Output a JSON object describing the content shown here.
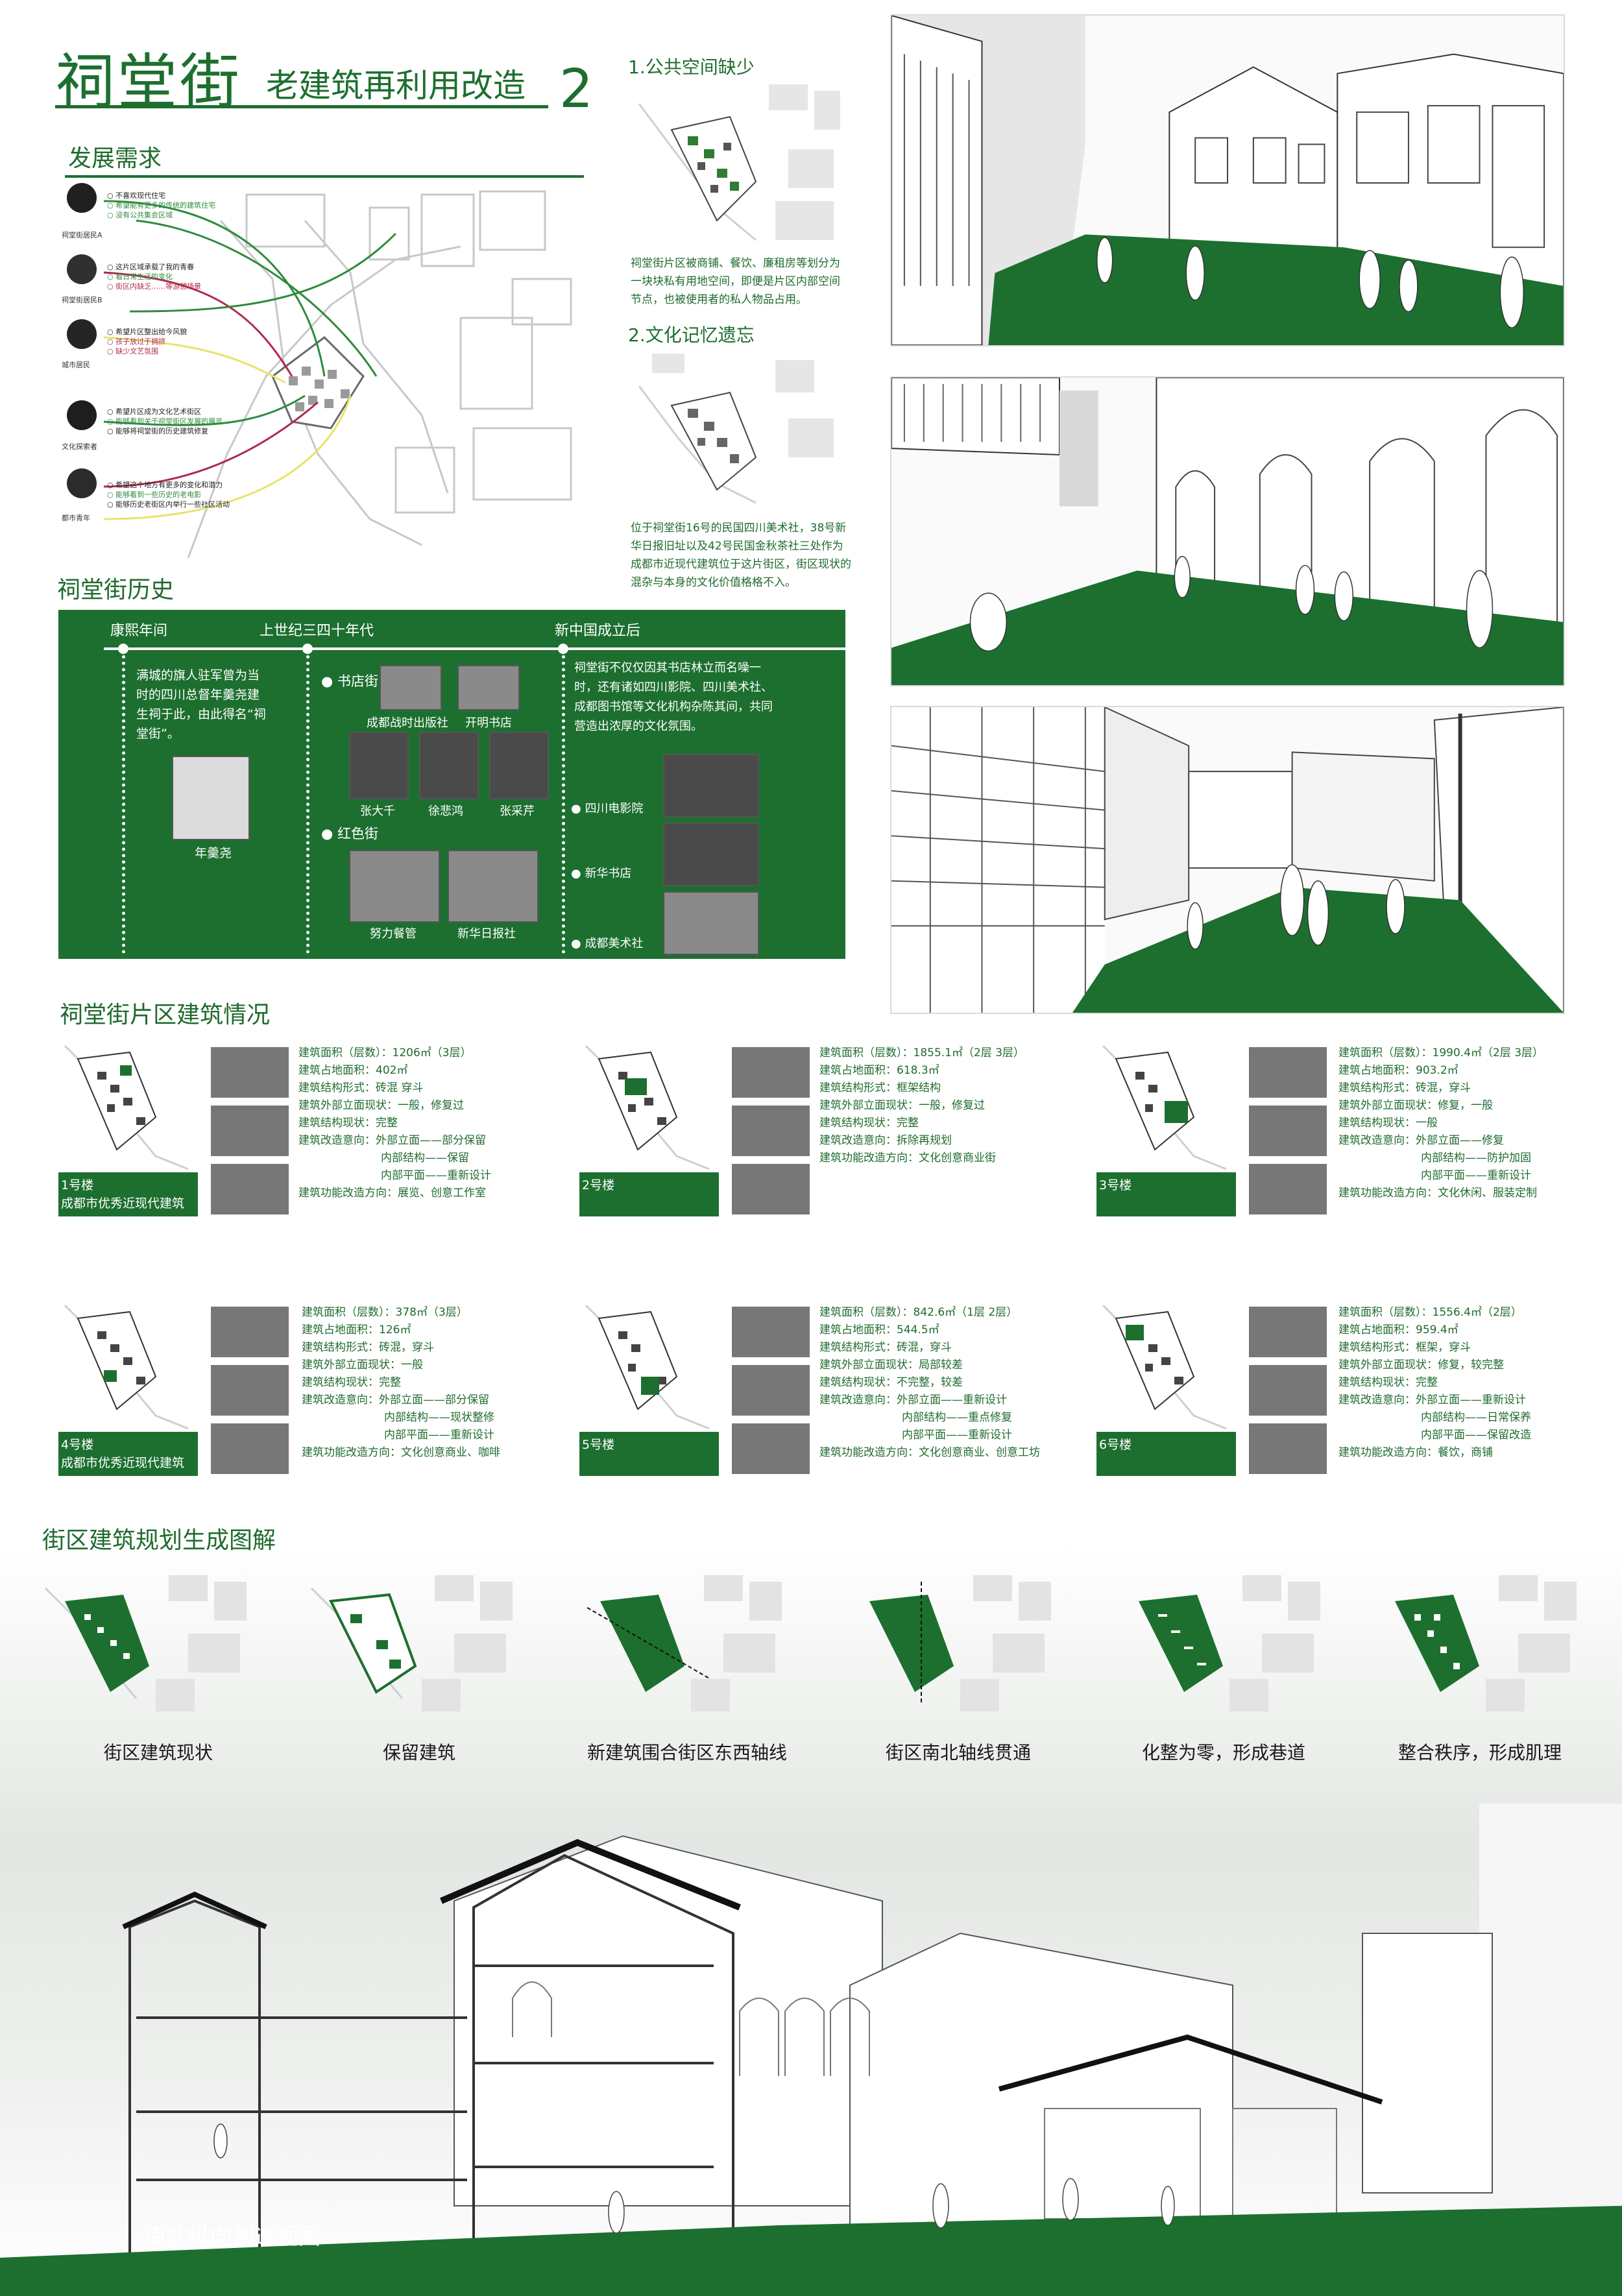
{
  "header": {
    "title": "祠堂街",
    "subtitle": "老建筑再利用改造",
    "number": "2"
  },
  "needs": {
    "heading": "发展需求",
    "people": [
      {
        "name": "祠堂街居民A",
        "lines": [
          "不喜欢现代住宅",
          "希望能有更多的传统的建筑住宅",
          "没有公共集会区域"
        ]
      },
      {
        "name": "祠堂街居民B",
        "lines": [
          "这片区域承载了我的青春",
          "看日常生活的变化",
          "街区内缺乏……等游憩场景"
        ]
      },
      {
        "name": "城市居民",
        "lines": [
          "希望片区整出给今风貌",
          "孩子放过于拥挤",
          "缺少文艺氛围"
        ]
      },
      {
        "name": "文化探索者",
        "lines": [
          "希望片区成为文化艺术街区",
          "能够看到关于祠堂街区发展的展览",
          "能够将祠堂街的历史建筑修复"
        ]
      },
      {
        "name": "都市青年",
        "lines": [
          "希望这个地方有更多的变化和潜力",
          "能够看到一些历史的老电影",
          "能够历史老街区内举行一些社区活动"
        ]
      }
    ]
  },
  "issues": {
    "h1": "1.公共空间缺少",
    "p1": "祠堂街片区被商铺、餐饮、廉租房等划分为一块块私有用地空间，即便是片区内部空间节点，也被使用者的私人物品占用。",
    "h2": "2.文化记忆遗忘",
    "p2": "位于祠堂街16号的民国四川美术社，38号新华日报旧址以及42号民国金秋茶社三处作为成都市近现代建筑位于这片街区，街区现状的混杂与本身的文化价值格格不入。"
  },
  "history": {
    "heading": "祠堂街历史",
    "eras": [
      "康熙年间",
      "上世纪三四十年代",
      "新中国成立后"
    ],
    "kangxi_text": "满城的旗人驻军曾为当时的四川总督年羹尧建生祠于此，由此得名“祠堂街”。",
    "kangxi_portrait": "年羹尧",
    "bookstreet": "书店街",
    "book_photos": [
      "成都战时出版社",
      "开明书店"
    ],
    "people_photos": [
      "张大千",
      "徐悲鸿",
      "张采芹"
    ],
    "redstreet": "红色街",
    "red_photos": [
      "努力餐管",
      "新华日报社"
    ],
    "modern_text": "祠堂街不仅仅因其书店林立而名噪一时，还有诸如四川影院、四川美术社、成都图书馆等文化机构杂陈其间，共同营造出浓厚的文化氛围。",
    "modern_items": [
      "四川电影院",
      "新华书店",
      "成都美术社"
    ]
  },
  "buildings": {
    "heading": "祠堂街片区建筑情况",
    "list": [
      {
        "label": "1号楼",
        "sub": "成都市优秀近现代建筑",
        "lines": [
          "建筑面积（层数）：1206㎡（3层）",
          "建筑占地面积：402㎡",
          "建筑结构形式：砖混 穿斗",
          "建筑外部立面现状：一般，修复过",
          "建筑结构现状：完整",
          "建筑改造意向：外部立面——部分保留",
          "内部结构——保留",
          "内部平面——重新设计",
          "建筑功能改造方向：展览、创意工作室"
        ]
      },
      {
        "label": "2号楼",
        "sub": "",
        "lines": [
          "建筑面积（层数）：1855.1㎡（2层 3层）",
          "建筑占地面积：618.3㎡",
          "建筑结构形式：框架结构",
          "建筑外部立面现状：一般，修复过",
          "建筑结构现状：完整",
          "建筑改造意向：拆除再规划",
          "建筑功能改造方向：文化创意商业街"
        ]
      },
      {
        "label": "3号楼",
        "sub": "",
        "lines": [
          "建筑面积（层数）：1990.4㎡（2层 3层）",
          "建筑占地面积：903.2㎡",
          "建筑结构形式：砖混，穿斗",
          "建筑外部立面现状：修复，一般",
          "建筑结构现状：一般",
          "建筑改造意向：外部立面——修复",
          "内部结构——防护加固",
          "内部平面——重新设计",
          "建筑功能改造方向：文化休闲、服装定制"
        ]
      },
      {
        "label": "4号楼",
        "sub": "成都市优秀近现代建筑",
        "lines": [
          "建筑面积（层数）：378㎡（3层）",
          "建筑占地面积：126㎡",
          "建筑结构形式：砖混，穿斗",
          "建筑外部立面现状：一般",
          "建筑结构现状：完整",
          "建筑改造意向：外部立面——部分保留",
          "内部结构——现状整修",
          "内部平面——重新设计",
          "建筑功能改造方向：文化创意商业、咖啡"
        ]
      },
      {
        "label": "5号楼",
        "sub": "",
        "lines": [
          "建筑面积（层数）：842.6㎡（1层 2层）",
          "建筑占地面积：544.5㎡",
          "建筑结构形式：砖混，穿斗",
          "建筑外部立面现状：局部较差",
          "建筑结构现状：不完整，较差",
          "建筑改造意向：外部立面——重新设计",
          "内部结构——重点修复",
          "内部平面——重新设计",
          "建筑功能改造方向：文化创意商业、创意工坊"
        ]
      },
      {
        "label": "6号楼",
        "sub": "",
        "lines": [
          "建筑面积（层数）：1556.4㎡（2层）",
          "建筑占地面积：959.4㎡",
          "建筑结构形式：框架，穿斗",
          "建筑外部立面现状：修复，较完整",
          "建筑结构现状：完整",
          "建筑改造意向：外部立面——重新设计",
          "内部结构——日常保养",
          "内部平面——保留改造",
          "建筑功能改造方向：餐饮，商铺"
        ]
      }
    ]
  },
  "planning": {
    "heading": "街区建筑规划生成图解",
    "steps": [
      "街区建筑现状",
      "保留建筑",
      "新建筑围合街区东西轴线",
      "街区南北轴线贯通",
      "化整为零，形成巷道",
      "整合秩序，形成肌理"
    ]
  },
  "section": {
    "caption": "南北纵向剖透视图"
  },
  "colors": {
    "accent": "#1d6f2f",
    "text": "#1f6b2e"
  }
}
